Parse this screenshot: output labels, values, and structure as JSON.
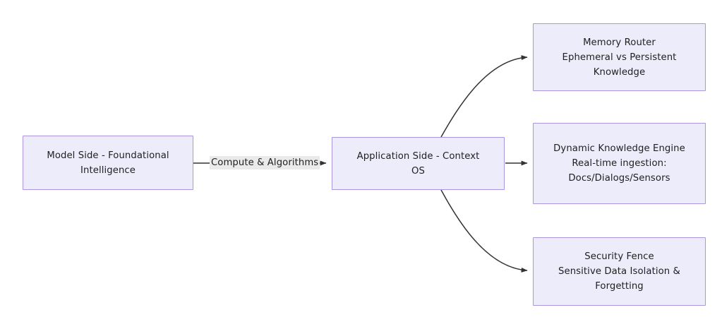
{
  "diagram": {
    "type": "flowchart",
    "direction": "left-to-right",
    "background_color": "#ffffff",
    "node_fill_color": "#ECECFB",
    "node_border_color": "#AA96DE",
    "edge_color": "#333333",
    "text_color": "#1f1f1f",
    "edge_label_background": "#EAEAEA",
    "nodes": [
      {
        "id": "model-side",
        "text": "Model Side - Foundational\nIntelligence",
        "lines": [
          "Model Side - Foundational",
          "Intelligence"
        ]
      },
      {
        "id": "context-os",
        "text": "Application Side - Context\nOS",
        "lines": [
          "Application Side - Context",
          "OS"
        ]
      },
      {
        "id": "memory-router",
        "text": "Memory Router\nEphemeral vs Persistent\nKnowledge",
        "lines": [
          "Memory Router",
          "Ephemeral vs Persistent",
          "Knowledge"
        ]
      },
      {
        "id": "dynamic-knowledge-engine",
        "text": "Dynamic Knowledge Engine\nReal-time ingestion:\nDocs/Dialogs/Sensors",
        "lines": [
          "Dynamic Knowledge Engine",
          "Real-time ingestion:",
          "Docs/Dialogs/Sensors"
        ]
      },
      {
        "id": "security-fence",
        "text": "Security Fence\nSensitive Data Isolation &\nForgetting",
        "lines": [
          "Security Fence",
          "Sensitive Data Isolation &",
          "Forgetting"
        ]
      }
    ],
    "edges": [
      {
        "id": "model-to-context",
        "from": "model-side",
        "to": "context-os",
        "label": "Compute & Algorithms",
        "style": "straight-arrow"
      },
      {
        "id": "context-to-memory",
        "from": "context-os",
        "to": "memory-router",
        "label": "",
        "style": "curved-arrow-up"
      },
      {
        "id": "context-to-knowledge",
        "from": "context-os",
        "to": "dynamic-knowledge-engine",
        "label": "",
        "style": "straight-arrow"
      },
      {
        "id": "context-to-security",
        "from": "context-os",
        "to": "security-fence",
        "label": "",
        "style": "curved-arrow-down"
      }
    ]
  }
}
